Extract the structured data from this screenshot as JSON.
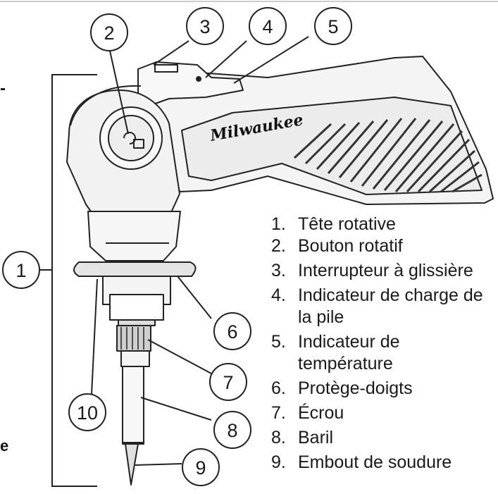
{
  "callouts": [
    "1",
    "2",
    "3",
    "4",
    "5",
    "6",
    "7",
    "8",
    "9",
    "10"
  ],
  "brand": "Milwaukee",
  "parts": [
    {
      "num": "1.",
      "label": "Tête rotative"
    },
    {
      "num": "2.",
      "label": "Bouton rotatif"
    },
    {
      "num": "3.",
      "label": "Interrupteur à glissière"
    },
    {
      "num": "4.",
      "label": "Indicateur de charge de la pile"
    },
    {
      "num": "5.",
      "label": "Indicateur de température"
    },
    {
      "num": "6.",
      "label": "Protège-doigts"
    },
    {
      "num": "7.",
      "label": "Écrou"
    },
    {
      "num": "8.",
      "label": "Baril"
    },
    {
      "num": "9.",
      "label": "Embout de soudure"
    }
  ],
  "edge_fragments": {
    "top_left": "-",
    "bottom_left": "e"
  },
  "colors": {
    "line": "#222222",
    "fill_light": "#f4f4f4",
    "fill_mid": "#e6e6e6",
    "bg": "#ffffff"
  }
}
